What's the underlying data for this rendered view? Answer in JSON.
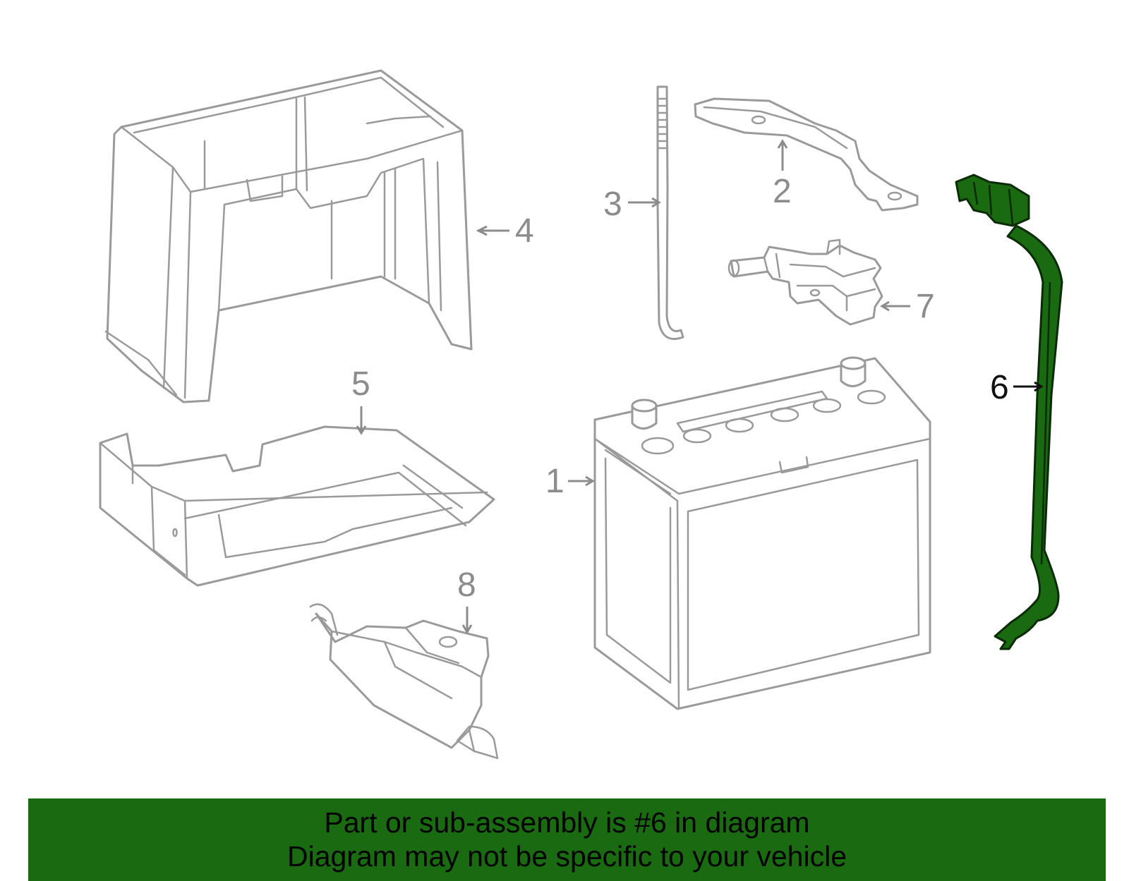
{
  "diagram": {
    "callouts": [
      {
        "id": "1",
        "label": "1"
      },
      {
        "id": "2",
        "label": "2"
      },
      {
        "id": "3",
        "label": "3"
      },
      {
        "id": "4",
        "label": "4"
      },
      {
        "id": "5",
        "label": "5"
      },
      {
        "id": "6",
        "label": "6",
        "highlighted": true
      },
      {
        "id": "7",
        "label": "7"
      },
      {
        "id": "8",
        "label": "8"
      }
    ],
    "highlight_color": "#1a6a11",
    "part_stroke_color": "#9a9a9a"
  },
  "banner": {
    "line1": "Part or sub-assembly is #6 in diagram",
    "line2": "Diagram may not be specific to your vehicle",
    "background": "#1a6a11"
  }
}
